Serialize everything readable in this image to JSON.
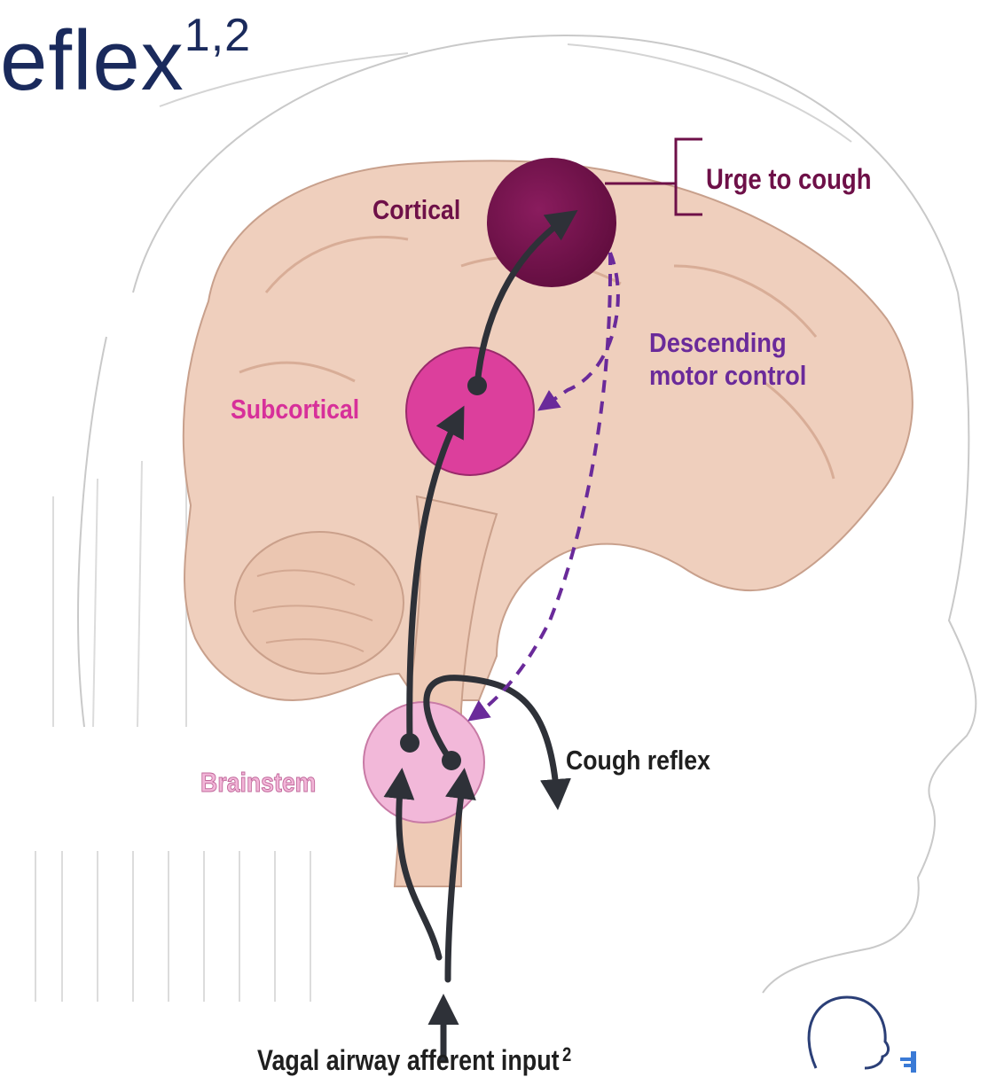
{
  "title": {
    "text": "eflex",
    "superscript": "1,2"
  },
  "labels": {
    "cortical": "Cortical",
    "urge": "Urge to cough",
    "descending_line1": "Descending",
    "descending_line2": "motor control",
    "subcortical": "Subcortical",
    "brainstem": "Brainstem",
    "cough_reflex": "Cough reflex",
    "vagal": "Vagal airway afferent input",
    "vagal_ref": "2"
  },
  "colors": {
    "title": "#1a2a5c",
    "cortical_node": "#6e1048",
    "subcortical_node": "#dc3f9c",
    "brainstem_node": "#f2b8d9",
    "pathway": "#2e3138",
    "descending": "#6a2a9a",
    "brain": "#efcfbd",
    "head_outline": "#bdbdbd"
  },
  "icons": [
    "head-profile-icon",
    "logo-icon"
  ]
}
